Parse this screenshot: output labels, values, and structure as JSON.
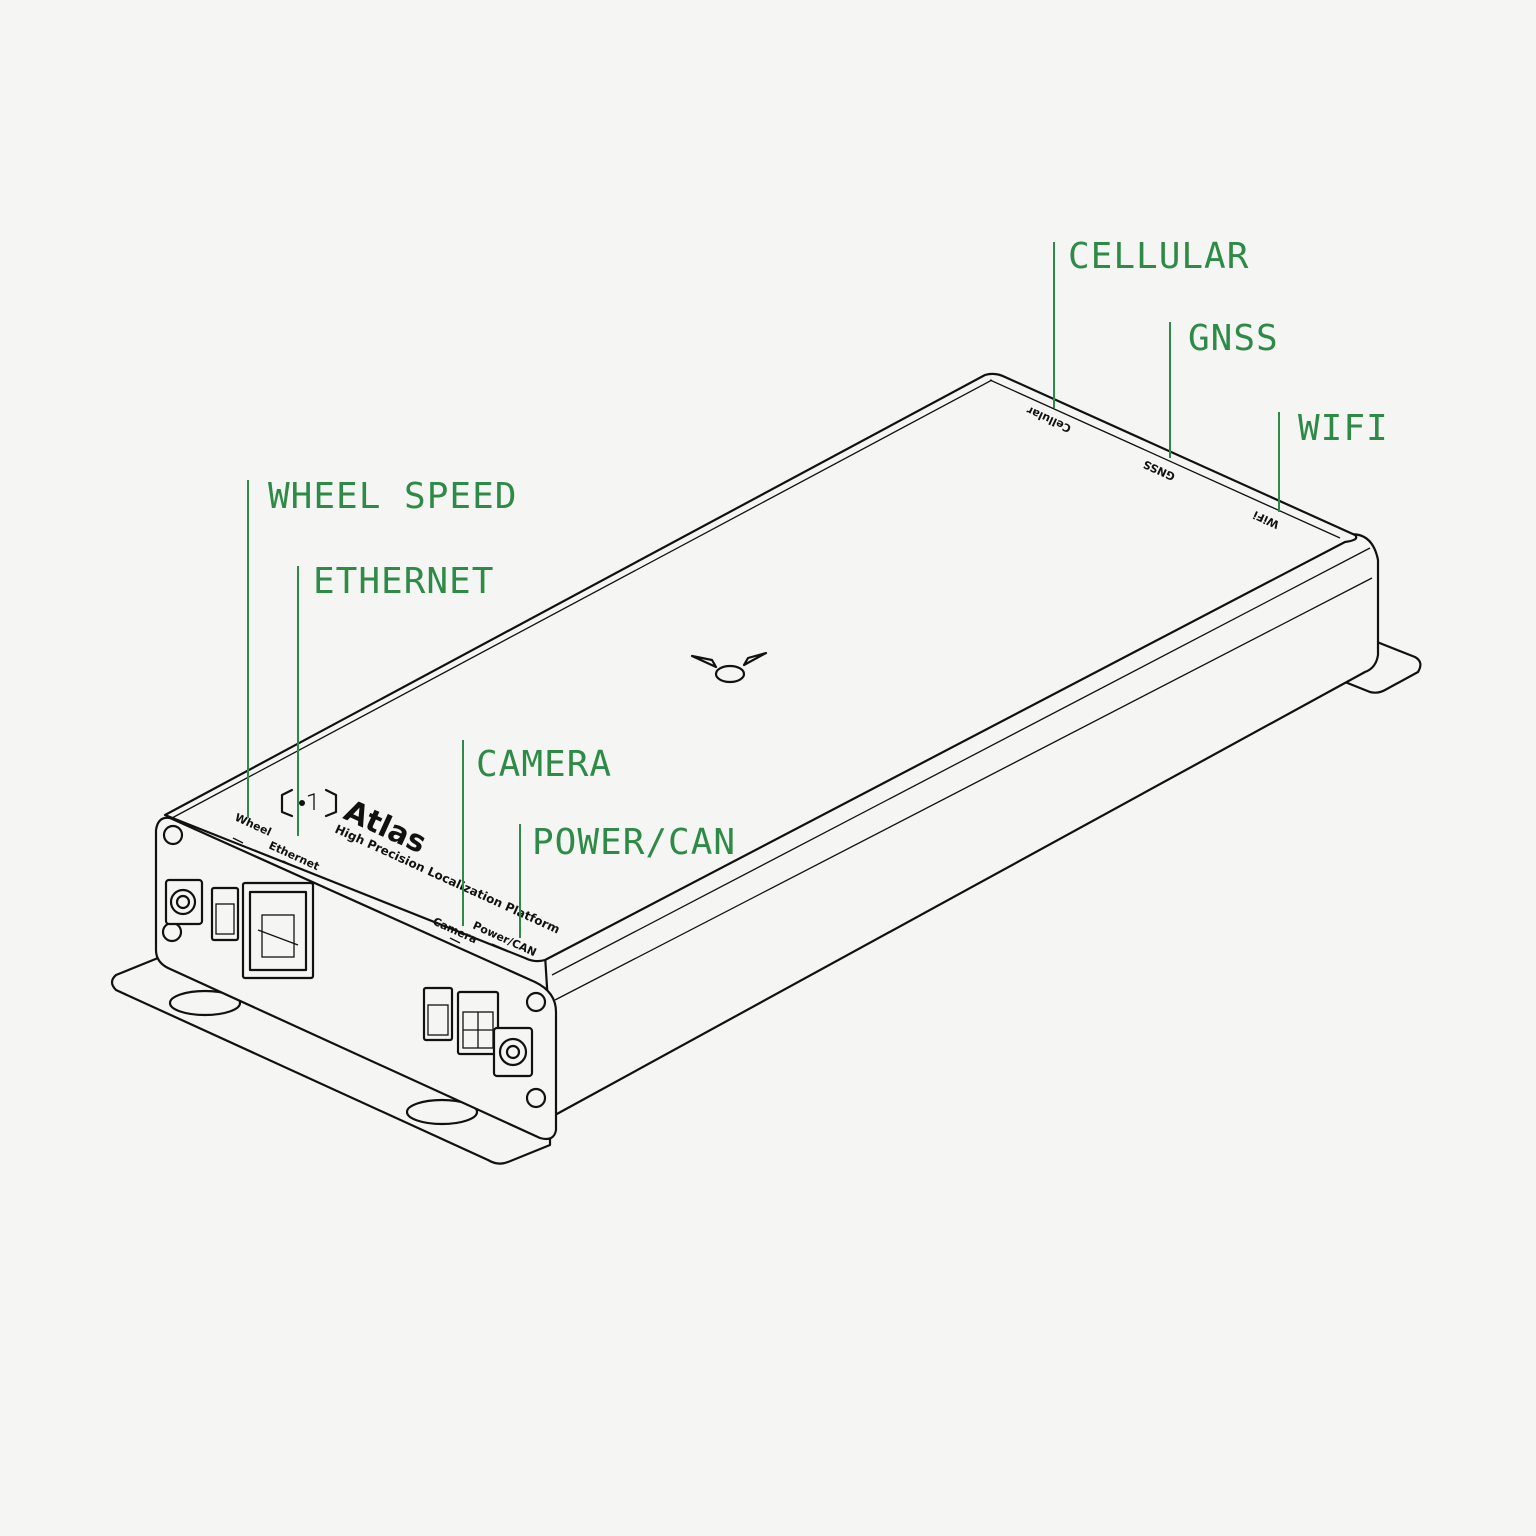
{
  "colors": {
    "callout": "#2e8b47",
    "outline": "#111111",
    "background": "#f5f5f3"
  },
  "callouts": {
    "cellular": "CELLULAR",
    "gnss": "GNSS",
    "wifi": "WIFI",
    "wheel_speed": "WHEEL SPEED",
    "ethernet": "ETHERNET",
    "camera": "CAMERA",
    "power_can": "POWER/CAN"
  },
  "device": {
    "brand": "Atlas",
    "tagline": "High Precision Localization Platform",
    "port_labels": {
      "wheel": "Wheel",
      "ethernet": "Ethernet",
      "camera": "Camera",
      "power_can": "Power/CAN",
      "cellular": "Cellular",
      "gnss": "GNSS",
      "wifi": "WiFi"
    },
    "icons": {
      "logo": "bracket-logo-icon",
      "top_mark": "triangle-dot-mark-icon"
    }
  }
}
